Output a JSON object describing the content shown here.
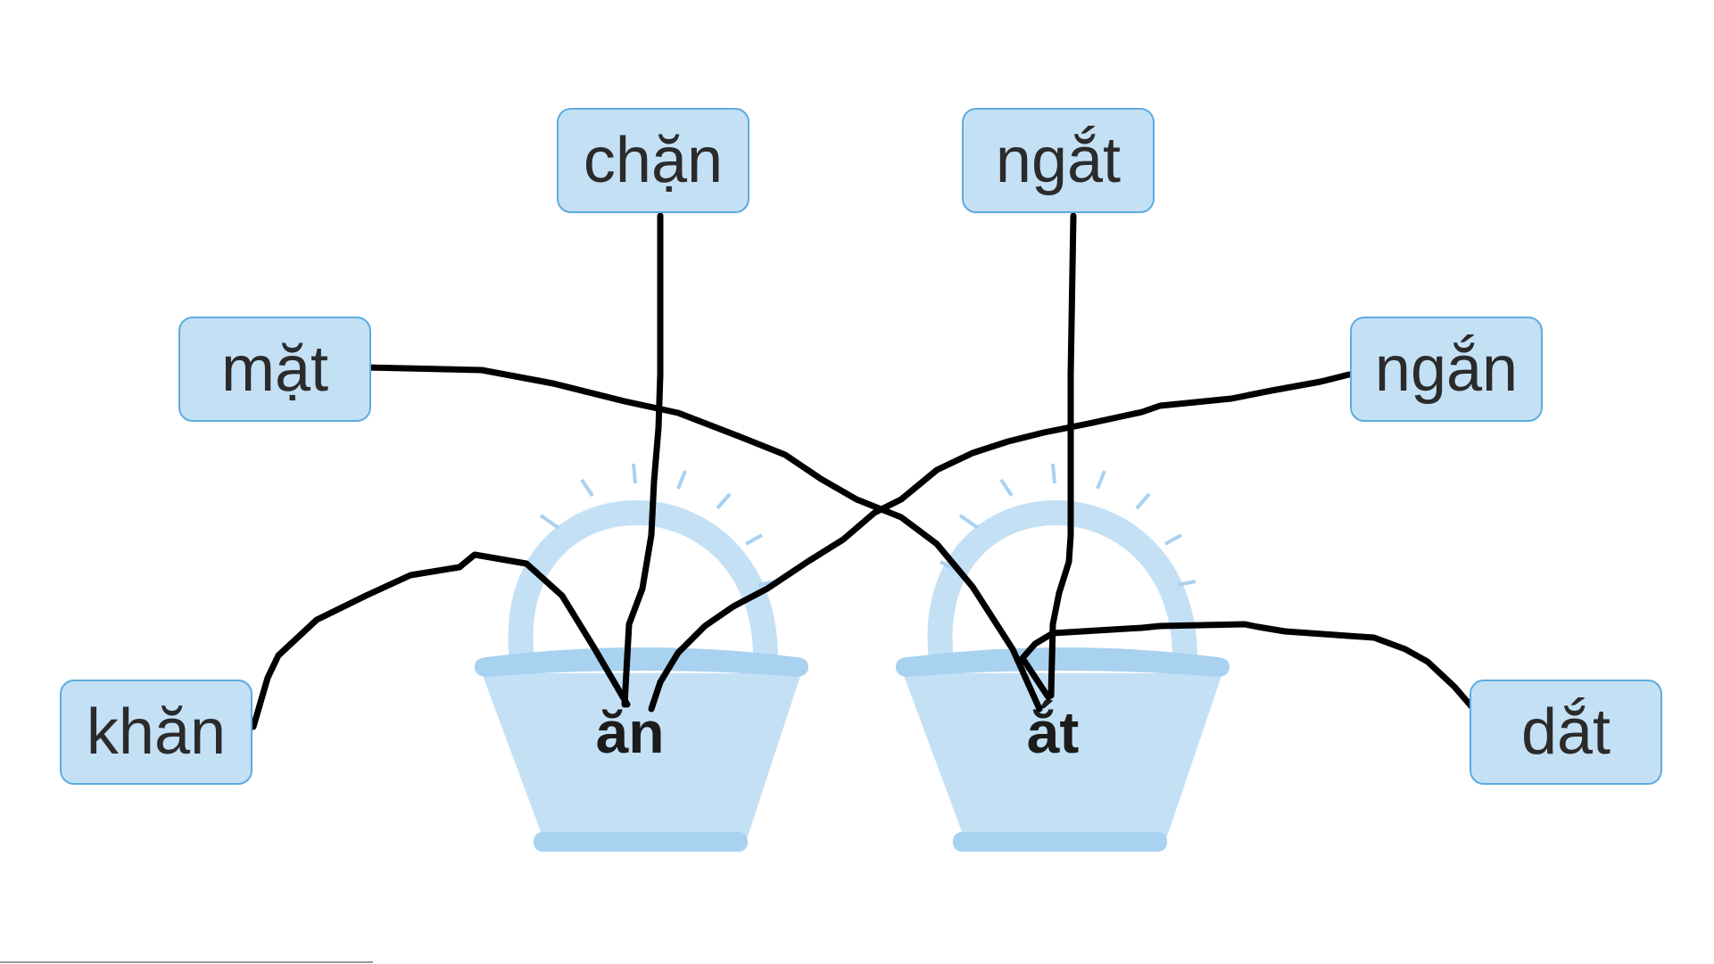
{
  "baskets": {
    "left_label": "ăn",
    "right_label": "ắt"
  },
  "words": {
    "chan": "chặn",
    "ngat": "ngắt",
    "mat": "mặt",
    "ngan": "ngắn",
    "khan": "khăn",
    "dat": "dắt"
  },
  "colors": {
    "card_fill": "#c4e0f5",
    "card_border": "#5dabe0",
    "basket_body": "#c4e0f5",
    "basket_rim": "#a9d1f0",
    "basket_handle": "#c4e0f5",
    "pen_stroke": "#000000"
  },
  "connections": [
    {
      "word": "chặn",
      "basket": "ăn"
    },
    {
      "word": "khăn",
      "basket": "ăn"
    },
    {
      "word": "ngắn",
      "basket": "ăn"
    },
    {
      "word": "ngắt",
      "basket": "ắt"
    },
    {
      "word": "mặt",
      "basket": "ắt"
    },
    {
      "word": "dắt",
      "basket": "ắt"
    }
  ]
}
